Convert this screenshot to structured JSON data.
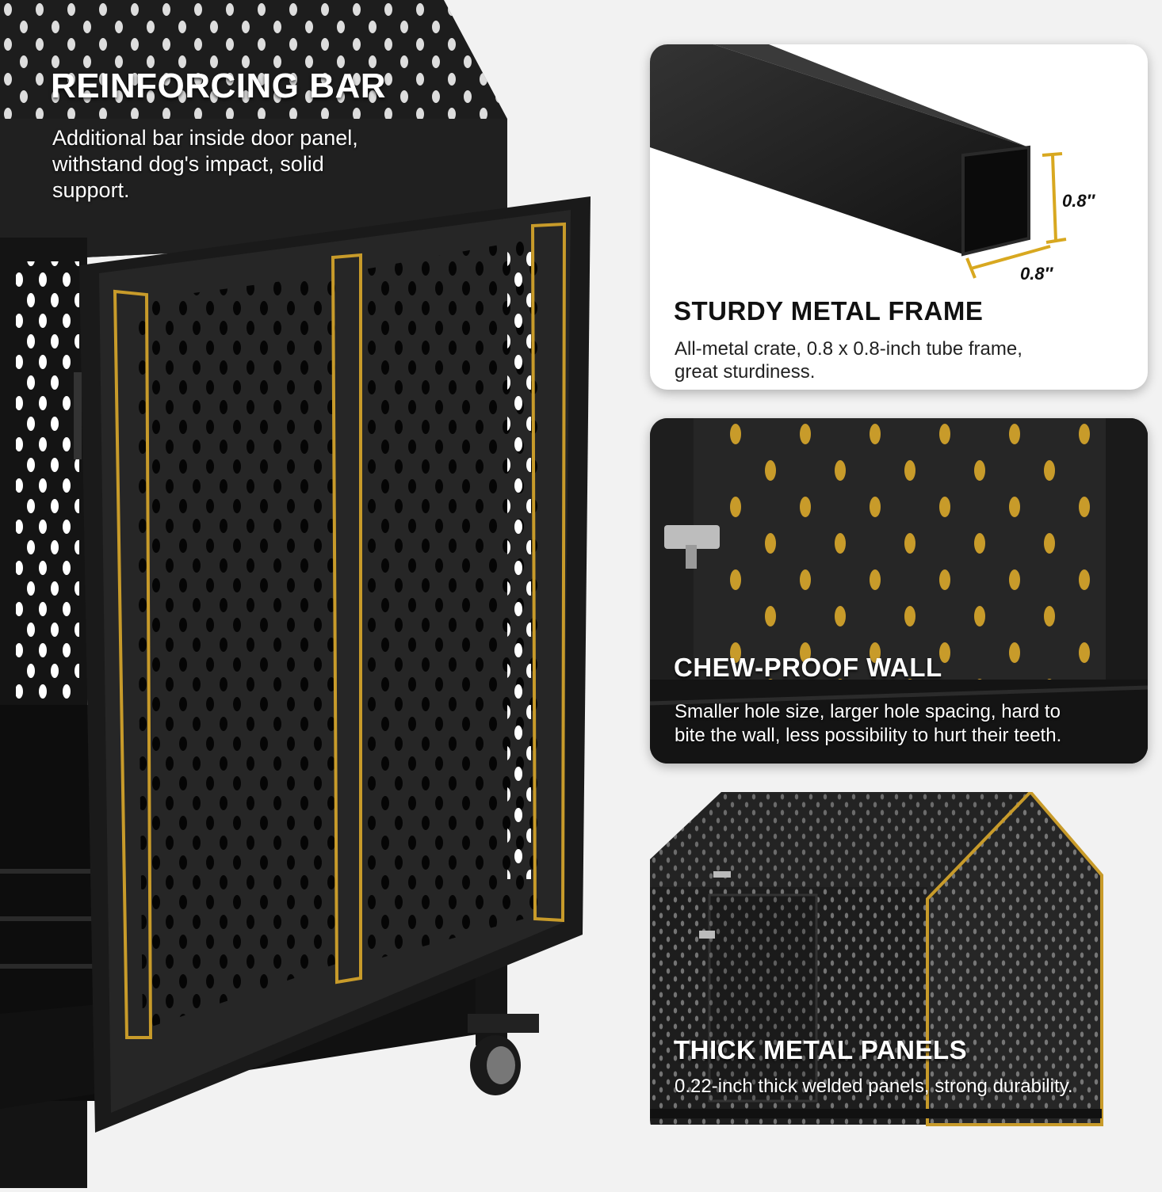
{
  "colors": {
    "accent_gold": "#c89b2a",
    "panel_black": "#1b1b1b",
    "background": "#f2f2f2",
    "text_light": "#ffffff",
    "text_dark": "#111111"
  },
  "main": {
    "title": "REINFORCING BAR",
    "desc_line1": "Additional bar inside door panel,",
    "desc_line2": "withstand  dog's impact, solid",
    "desc_line3": "support."
  },
  "frame_card": {
    "dim_vertical": "0.8″",
    "dim_horizontal": "0.8″",
    "title": "STURDY METAL FRAME",
    "desc_line1": "All-metal crate, 0.8 x 0.8-inch tube frame,",
    "desc_line2": "great sturdiness."
  },
  "wall_card": {
    "title": "CHEW-PROOF WALL",
    "desc_line1": "Smaller hole size, larger hole spacing, hard to",
    "desc_line2": "bite the wall, less possibility to hurt their teeth."
  },
  "panels_card": {
    "title": "THICK METAL PANELS",
    "desc_line1": "0.22-inch thick welded panels, strong durability."
  }
}
